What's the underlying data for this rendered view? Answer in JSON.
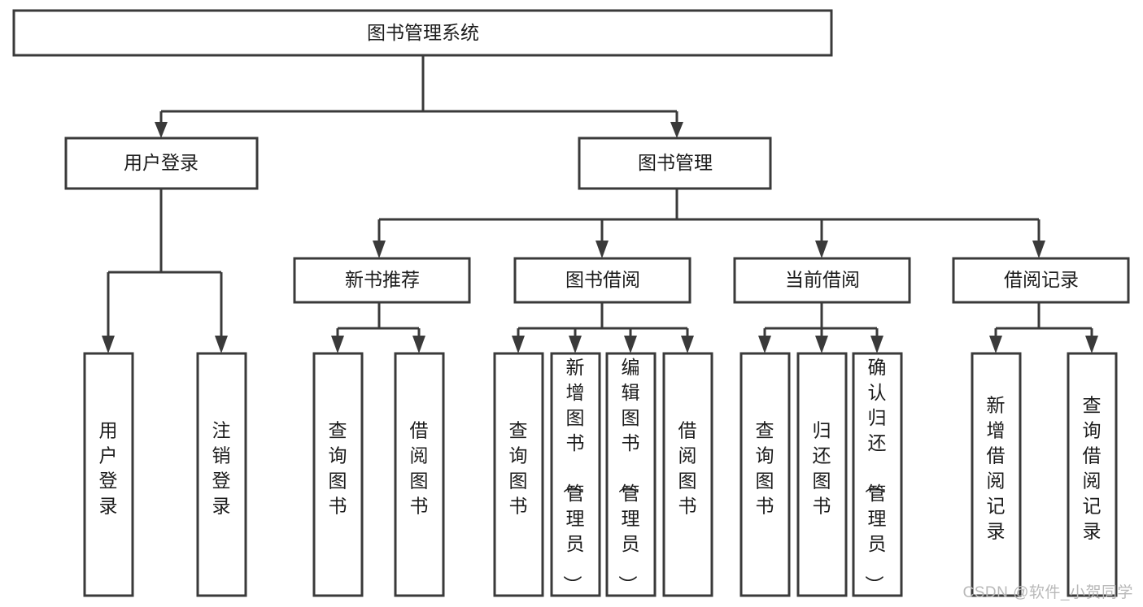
{
  "diagram": {
    "type": "tree-hierarchy-chart",
    "title": "图书管理系统",
    "watermark": "CSDN @软件_小贺同学",
    "colors": {
      "stroke": "#3a3a3a",
      "fill": "#ffffff",
      "text": "#1b1b1b",
      "watermark": "#b9b9b9"
    },
    "root": {
      "label": "图书管理系统"
    },
    "level2": [
      {
        "label": "用户登录"
      },
      {
        "label": "图书管理"
      }
    ],
    "level3": [
      {
        "label": "新书推荐"
      },
      {
        "label": "图书借阅"
      },
      {
        "label": "当前借阅"
      },
      {
        "label": "借阅记录"
      }
    ],
    "leaves": {
      "user_login": [
        {
          "label": "用户登录"
        },
        {
          "label": "注销登录"
        }
      ],
      "new_book": [
        {
          "label": "查询图书"
        },
        {
          "label": "借阅图书"
        }
      ],
      "book_borrow": [
        {
          "label": "查询图书"
        },
        {
          "label": "新增图书（管理员）"
        },
        {
          "label": "编辑图书（管理员）"
        },
        {
          "label": "借阅图书"
        }
      ],
      "current_borrow": [
        {
          "label": "查询图书"
        },
        {
          "label": "归还图书"
        },
        {
          "label": "确认归还（管理员）"
        }
      ],
      "borrow_record": [
        {
          "label": "新增借阅记录"
        },
        {
          "label": "查询借阅记录"
        }
      ]
    }
  }
}
